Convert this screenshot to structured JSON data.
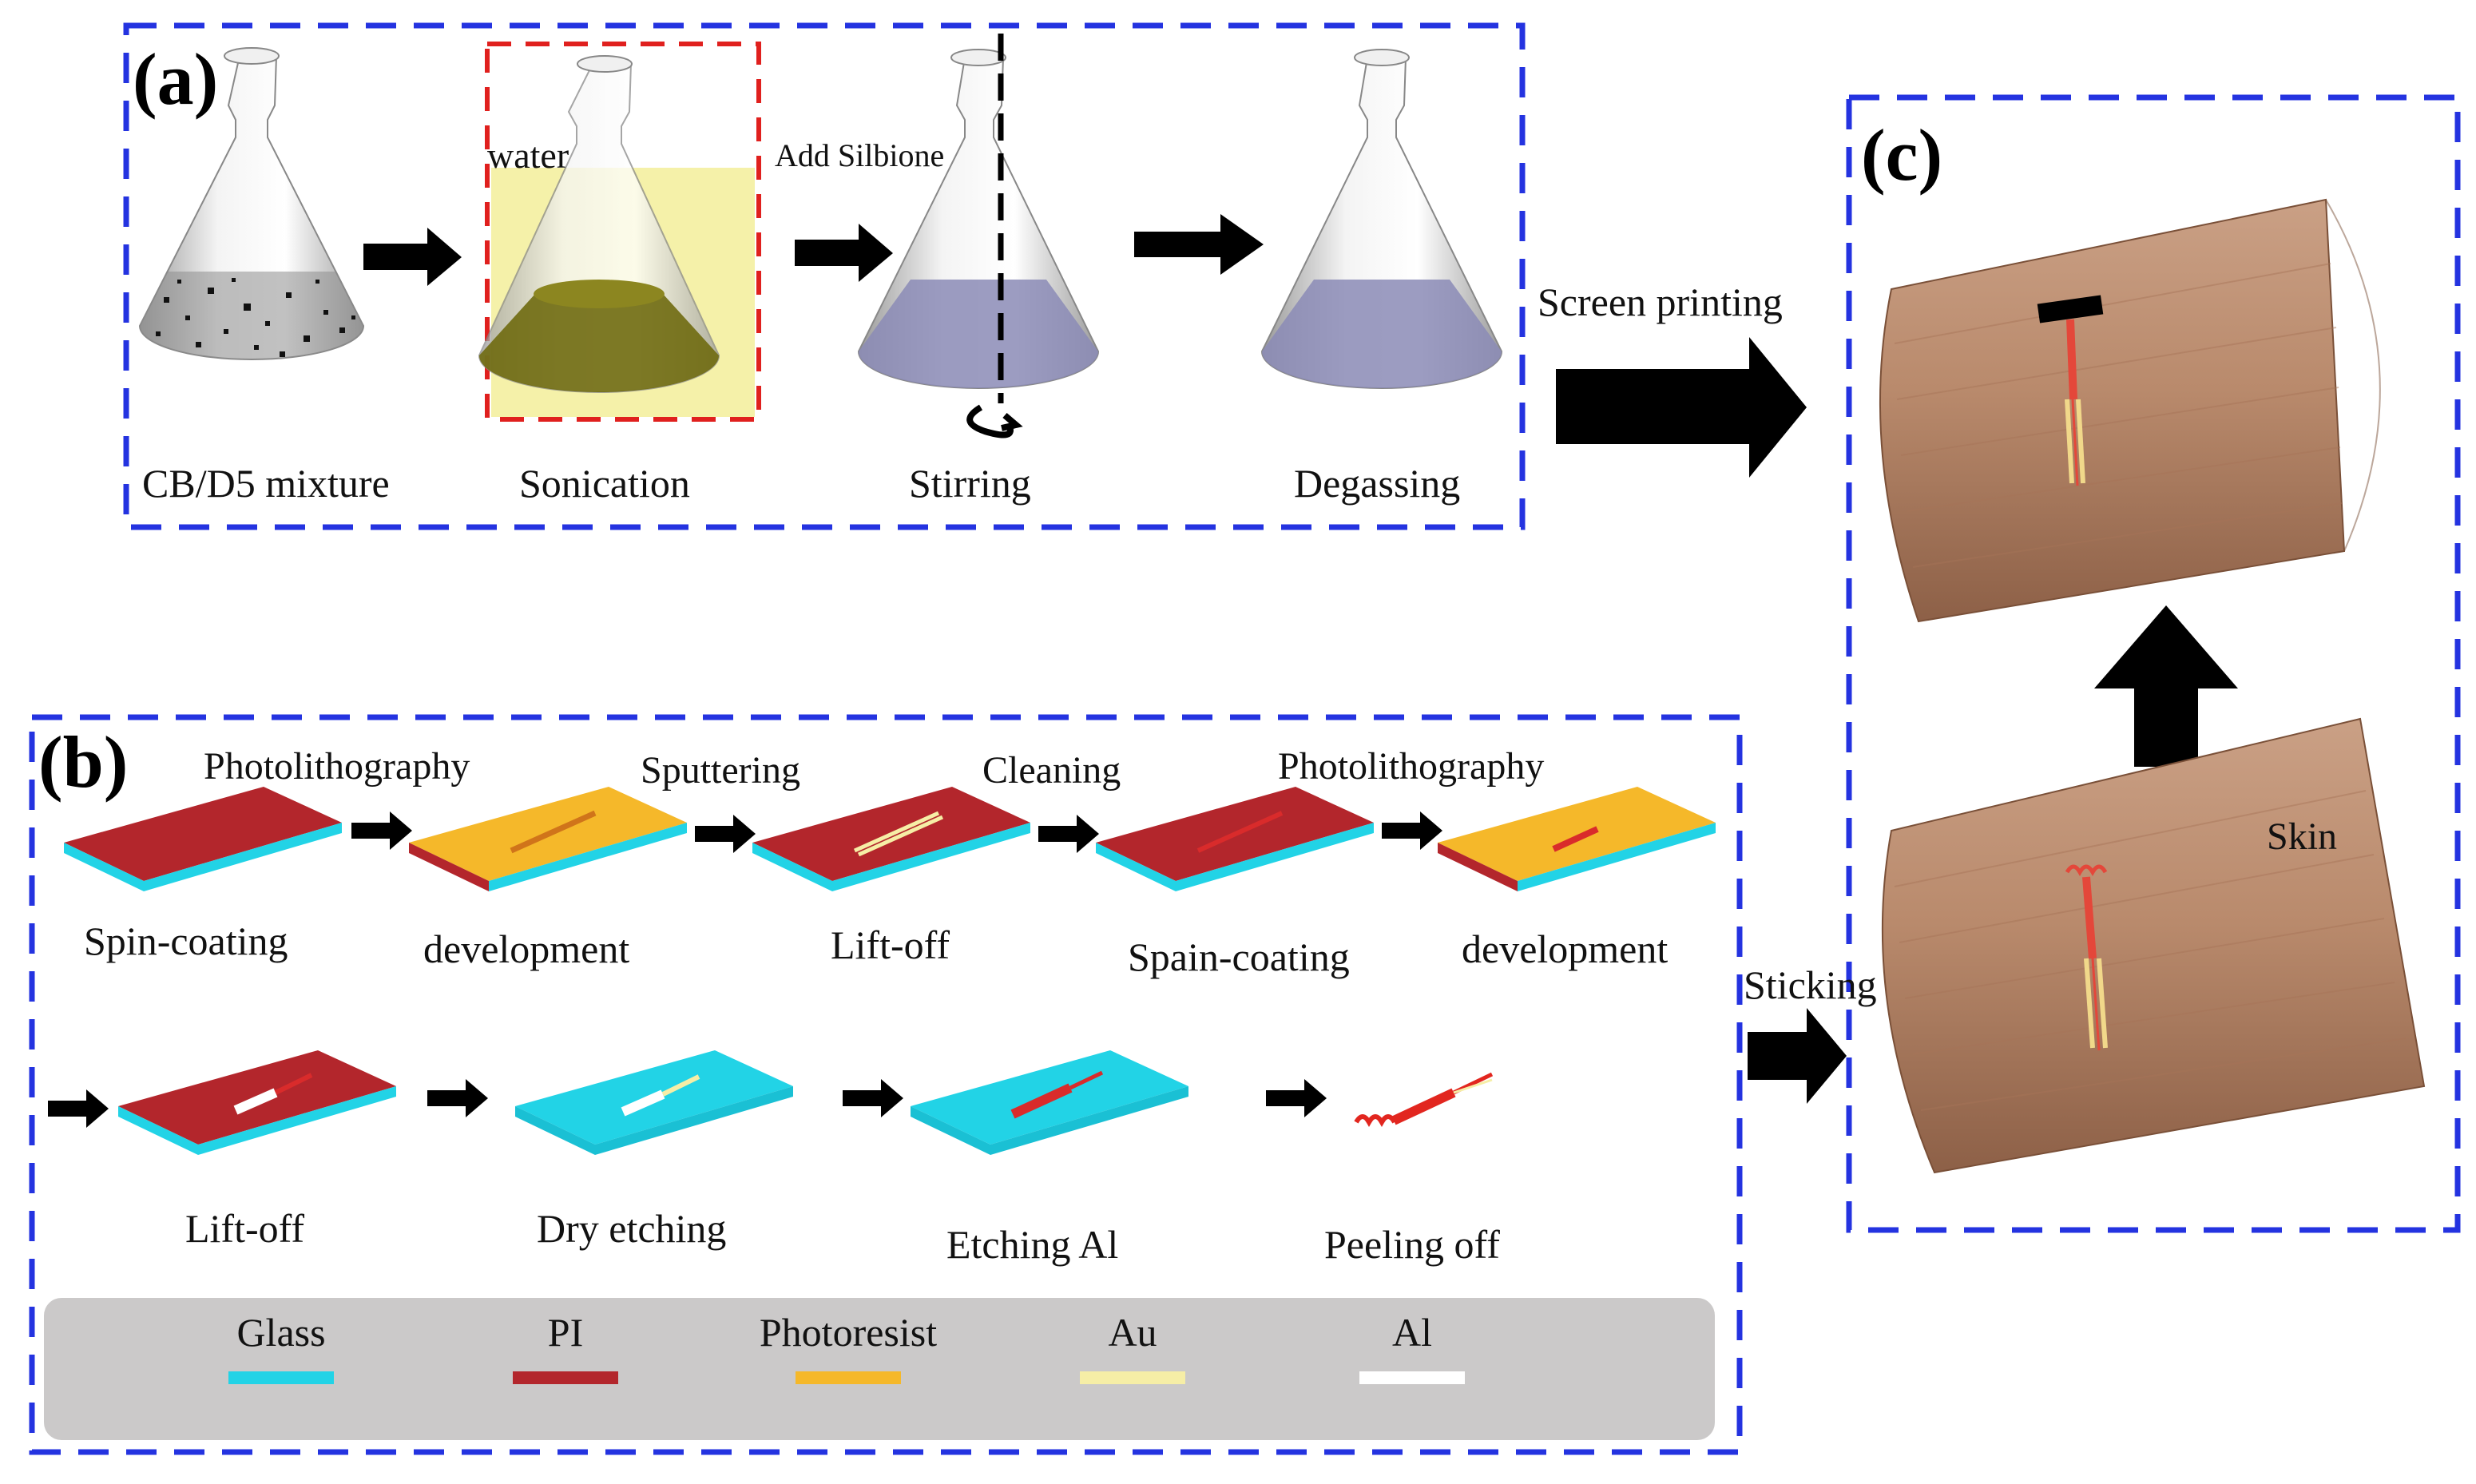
{
  "panel_a": {
    "tag": "(a)",
    "steps": [
      "CB/D5 mixture",
      "Sonication",
      "Stirring",
      "Degassing"
    ],
    "water_label": "water",
    "add_label": "Add Silbione"
  },
  "transfer": {
    "screen_printing": "Screen printing",
    "sticking": "Sticking"
  },
  "panel_b": {
    "tag": "(b)",
    "row1_captions": [
      "Spin-coating",
      "development",
      "Lift-off",
      "Spain-coating",
      "development"
    ],
    "row1_process": [
      "Photolithography",
      "Sputtering",
      "Cleaning",
      "Photolithography"
    ],
    "row2_captions": [
      "Lift-off",
      "Dry etching",
      "Etching Al",
      "Peeling off"
    ]
  },
  "panel_c": {
    "tag": "(c)",
    "skin_label": "Skin"
  },
  "legend": [
    {
      "label": "Glass",
      "color": "#22d3e6"
    },
    {
      "label": "PI",
      "color": "#b3262c"
    },
    {
      "label": "Photoresist",
      "color": "#f5b82a"
    },
    {
      "label": "Au",
      "color": "#f6eea6"
    },
    {
      "label": "Al",
      "color": "#ffffff"
    }
  ],
  "colors": {
    "frame": "#2433e0",
    "highlight_frame": "#e0201e",
    "water": "#f4f0a0",
    "liquid_olive": "#6f6a10",
    "liquid_lavender": "#8b8bb6",
    "legend_bg": "#cbc9c9"
  }
}
